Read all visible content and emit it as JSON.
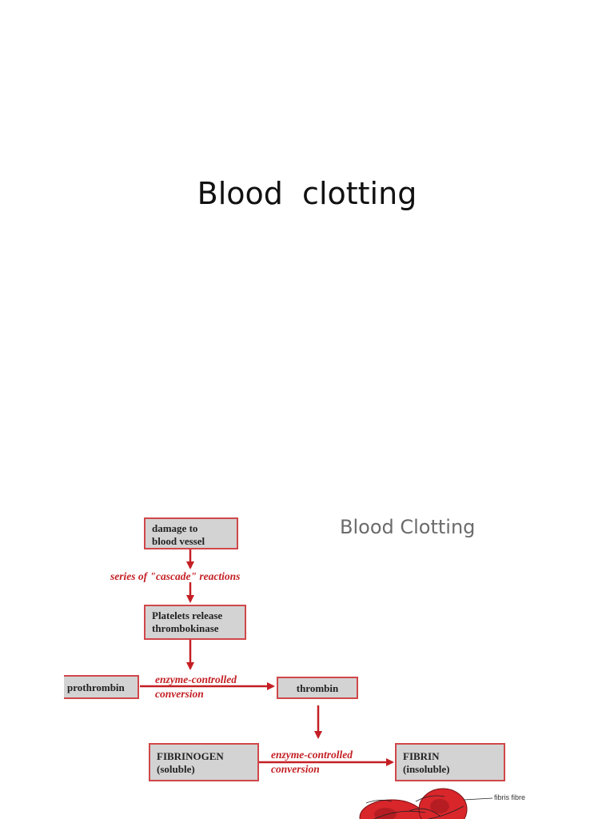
{
  "slide": {
    "title": "Blood  clotting"
  },
  "figure": {
    "title": "Blood Clotting",
    "boxes": {
      "damage": [
        "damage to",
        "blood vessel"
      ],
      "platelets": [
        "Platelets release",
        "thrombokinase"
      ],
      "prothrombin": [
        "prothrombin"
      ],
      "thrombin": [
        "thrombin"
      ],
      "fibrinogen": [
        "FIBRINOGEN",
        "(soluble)"
      ],
      "fibrin": [
        "FIBRIN",
        "(insoluble)"
      ]
    },
    "labels": {
      "cascade": "series of \"cascade\" reactions",
      "enzyme1_line1": "enzyme-controlled",
      "enzyme1_line2": "conversion",
      "enzyme2_line1": "enzyme-controlled",
      "enzyme2_line2": "conversion"
    },
    "illustration_label": "fibris fibre",
    "colors": {
      "arrow": "#c41f24",
      "box_border": "#d0474a",
      "box_fill": "#d3d3d3",
      "cell": "#d8262b"
    }
  }
}
